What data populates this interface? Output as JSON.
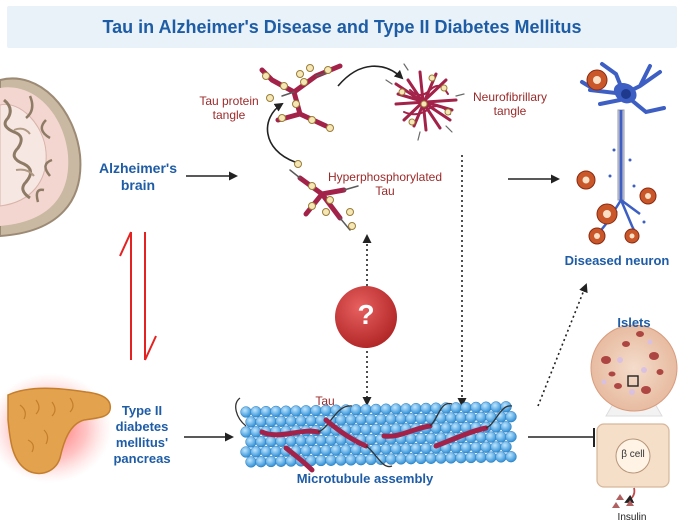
{
  "title": "Tau in Alzheimer's Disease and Type II Diabetes Mellitus",
  "labels": {
    "alzheimers_brain": [
      "Alzheimer's",
      "brain"
    ],
    "tau_protein_tangle": [
      "Tau protein",
      "tangle"
    ],
    "neurofibrillary_tangle": [
      "Neurofibrillary",
      "tangle"
    ],
    "hyperphosphorylated_tau": [
      "Hyperphosphorylated",
      "Tau"
    ],
    "question_mark": "?",
    "diseased_neuron": "Diseased neuron",
    "islets": "Islets",
    "tau": "Tau",
    "t2dm_pancreas": [
      "Type II",
      "diabetes",
      "mellitus'",
      "pancreas"
    ],
    "microtubule_assembly": "Microtubule assembly",
    "beta_cell": "β cell",
    "insulin": "Insulin"
  },
  "colors": {
    "title_blue": "#1e5ca6",
    "title_bg": "#e8f2f8",
    "label_red": "#9b2a2a",
    "tau_crimson": "#a3224a",
    "microtubule_blue": "#3a9ad9",
    "question_red": "#c83a3a",
    "neuron_blue": "#3d5fc4",
    "tangle_orange": "#c9572a",
    "pancreas_orange": "#e0a24a",
    "equilibrium_red": "#e52222"
  },
  "icons": [
    "brain-section-icon",
    "pancreas-icon",
    "neuron-icon",
    "islet-icon",
    "beta-cell-icon",
    "question-icon",
    "microtubule-icon"
  ]
}
